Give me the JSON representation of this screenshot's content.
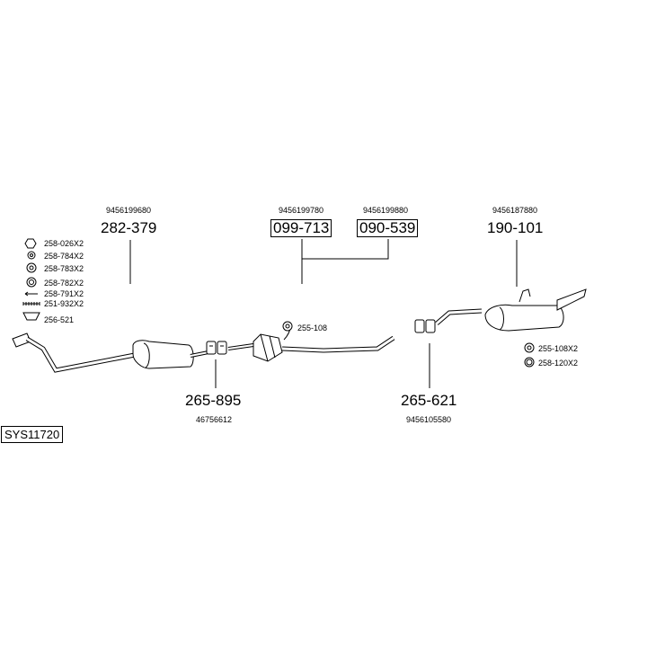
{
  "system_code": "SYS11720",
  "parts": {
    "front_silencer": {
      "oe": "9456199680",
      "number": "282-379"
    },
    "cat_a": {
      "oe": "9456199780",
      "number": "099-713"
    },
    "cat_b": {
      "oe": "9456199880",
      "number": "090-539"
    },
    "rear_silencer": {
      "oe": "9456187880",
      "number": "190-101"
    },
    "clamp_front": {
      "oe": "46756612",
      "number": "265-895"
    },
    "clamp_rear": {
      "oe": "9456105580",
      "number": "265-621"
    }
  },
  "fittings": {
    "left": [
      "258-026X2",
      "258-784X2",
      "258-783X2",
      "258-782X2",
      "258-791X2",
      "251-932X2",
      "256-521"
    ],
    "middle": "255-108",
    "right": [
      "255-108X2",
      "258-120X2"
    ]
  }
}
